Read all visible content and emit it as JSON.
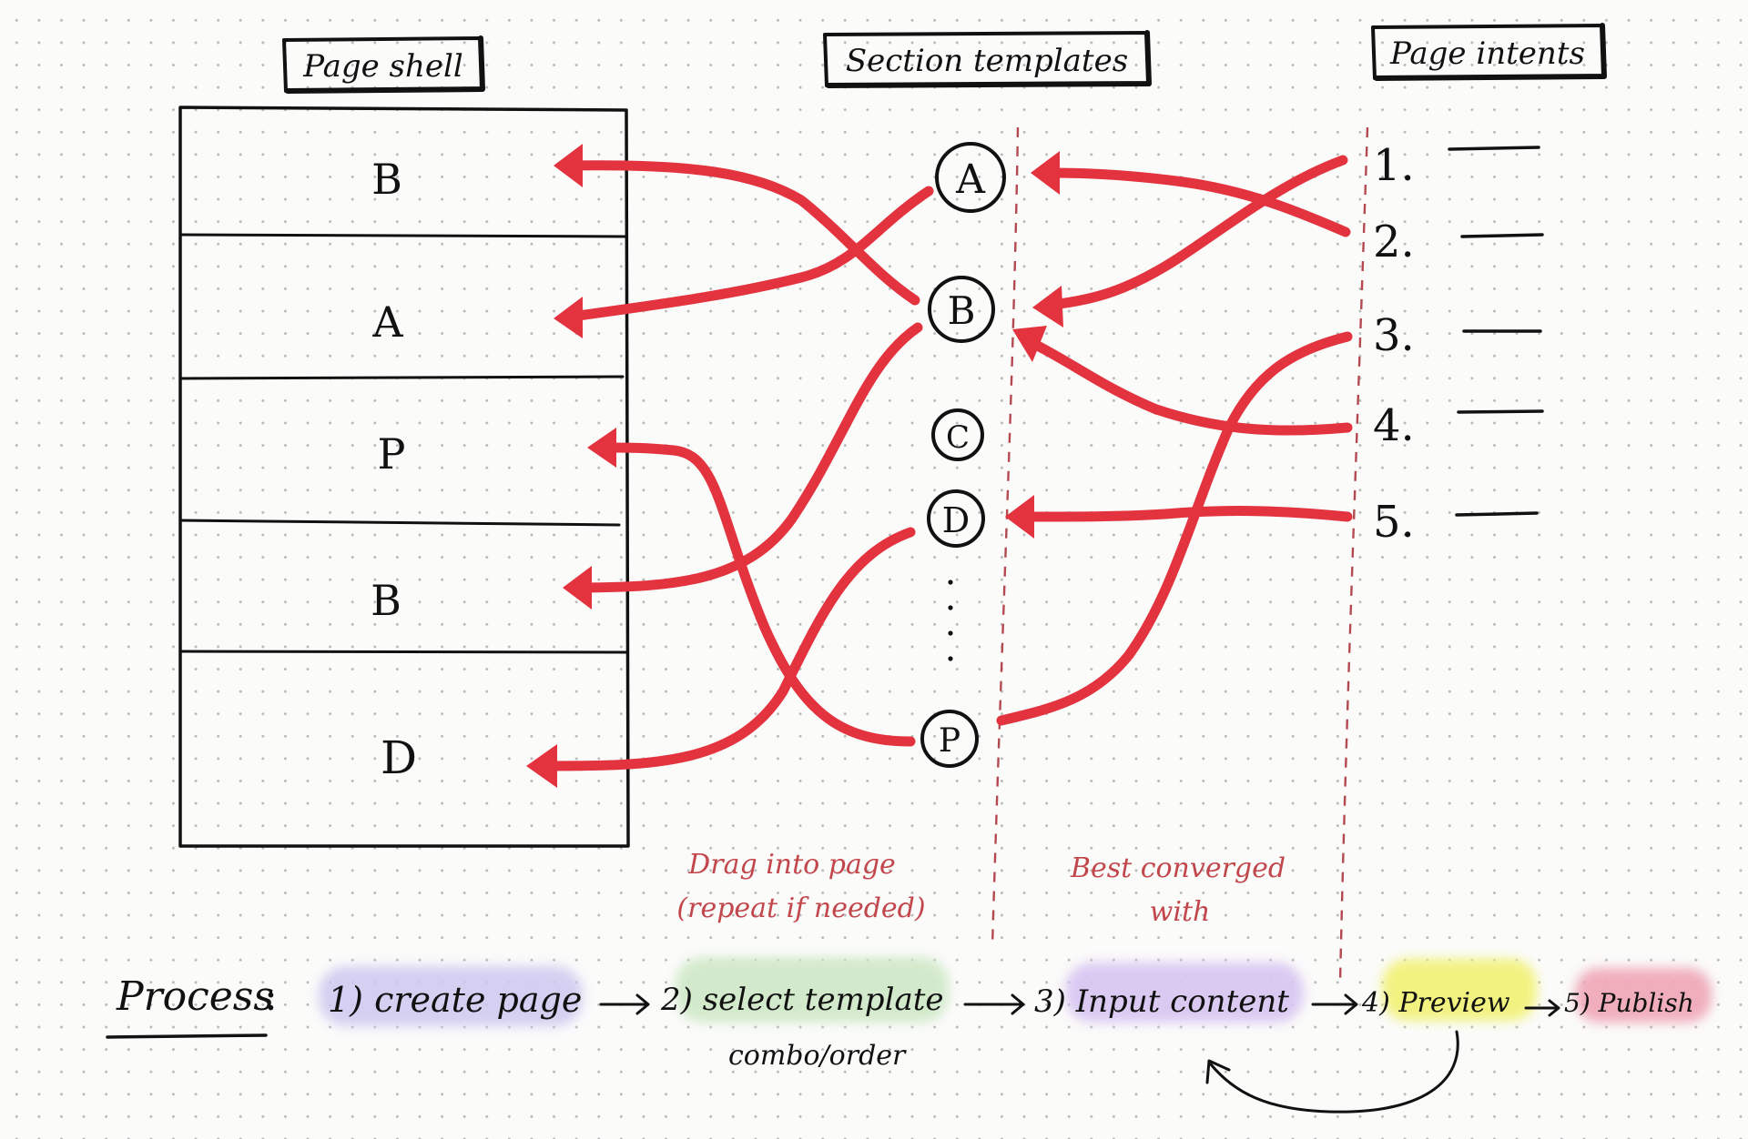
{
  "headings": {
    "shell": "Page shell",
    "templates": "Section templates",
    "intents": "Page intents"
  },
  "page_shell": {
    "sections": [
      "B",
      "A",
      "P",
      "B",
      "D"
    ]
  },
  "section_templates": {
    "items": [
      "A",
      "B",
      "C",
      "D",
      "P"
    ]
  },
  "page_intents": {
    "items": [
      "1.",
      "2.",
      "3.",
      "4.",
      "5."
    ]
  },
  "notes": {
    "drag_line1": "Drag into page",
    "drag_line2": "(repeat if needed)",
    "best_line1": "Best converged",
    "best_line2": "with"
  },
  "process": {
    "label": "Process",
    "colon": ":",
    "steps": [
      {
        "text": "1) create page",
        "highlight": "#cfc8f0"
      },
      {
        "text": "2) select template",
        "highlight": "#cfe8c7"
      },
      {
        "text": "3) Input content",
        "highlight": "#d7c5f2"
      },
      {
        "text": "4) Preview",
        "highlight": "#f2f27a"
      },
      {
        "text": "5) Publish",
        "highlight": "#efa6b6"
      }
    ],
    "step2_line2": "combo/order"
  },
  "colors": {
    "ink": "#111111",
    "connector": "#e2333f",
    "annotation": "#c2474d"
  }
}
